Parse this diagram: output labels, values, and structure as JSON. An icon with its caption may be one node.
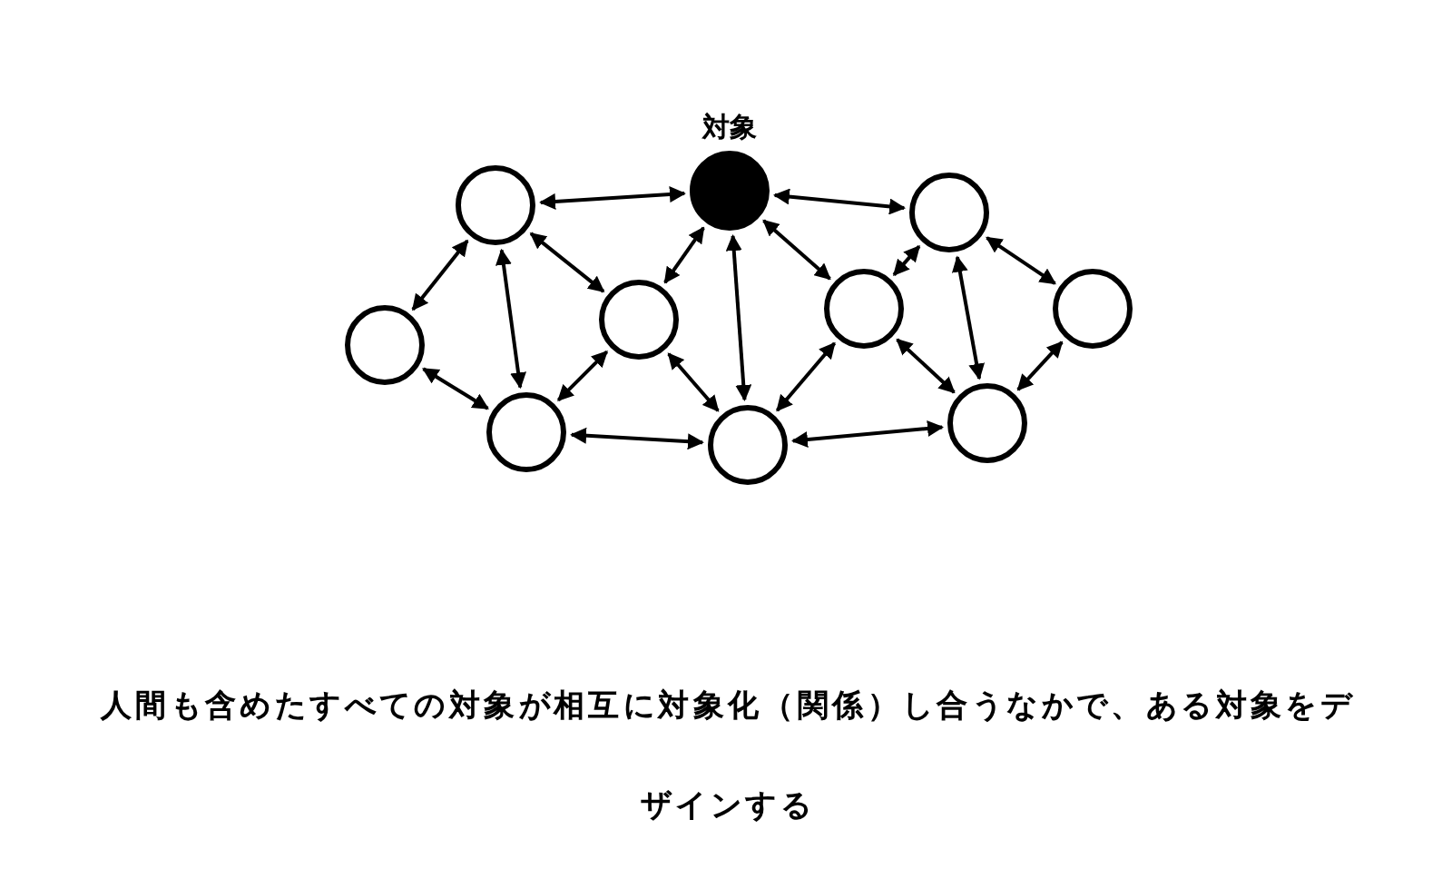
{
  "diagram": {
    "caption": "人間も含めたすべての対象が相互に対象化（関係）し合うなかで、ある対象をデザインする",
    "nodes": [
      {
        "text": [
          "対象"
        ]
      },
      {
        "text": [],
        "shape": "circle"
      },
      {
        "text": [],
        "shape": "circle"
      },
      {
        "text": [],
        "shape": "circle"
      },
      {
        "text": [],
        "shape": "circle"
      },
      {
        "text": [],
        "shape": "circle"
      },
      {
        "text": [],
        "shape": "circle"
      },
      {
        "text": [],
        "shape": "circle"
      },
      {
        "text": [],
        "shape": "circle"
      },
      {
        "text": [],
        "shape": "circle"
      }
    ],
    "edges": [
      {
        "from": 1,
        "to": 0,
        "arrow": "both"
      },
      {
        "from": 0,
        "to": 2,
        "arrow": "both"
      },
      {
        "from": 1,
        "to": 6,
        "arrow": "both"
      },
      {
        "from": 1,
        "to": 8,
        "arrow": "both"
      },
      {
        "from": 1,
        "to": 5,
        "arrow": "both"
      },
      {
        "from": 6,
        "to": 8,
        "arrow": "both"
      },
      {
        "from": 5,
        "to": 8,
        "arrow": "both"
      },
      {
        "from": 5,
        "to": 0,
        "arrow": "both"
      },
      {
        "from": 0,
        "to": 9,
        "arrow": "both"
      },
      {
        "from": 5,
        "to": 9,
        "arrow": "both"
      },
      {
        "from": 8,
        "to": 9,
        "arrow": "both"
      },
      {
        "from": 0,
        "to": 3,
        "arrow": "both"
      },
      {
        "from": 3,
        "to": 2,
        "arrow": "both"
      },
      {
        "from": 2,
        "to": 7,
        "arrow": "both"
      },
      {
        "from": 2,
        "to": 4,
        "arrow": "both"
      },
      {
        "from": 4,
        "to": 7,
        "arrow": "both"
      },
      {
        "from": 3,
        "to": 7,
        "arrow": "both"
      },
      {
        "from": 3,
        "to": 9,
        "arrow": "both"
      },
      {
        "from": 9,
        "to": 7,
        "arrow": "both"
      }
    ]
  }
}
